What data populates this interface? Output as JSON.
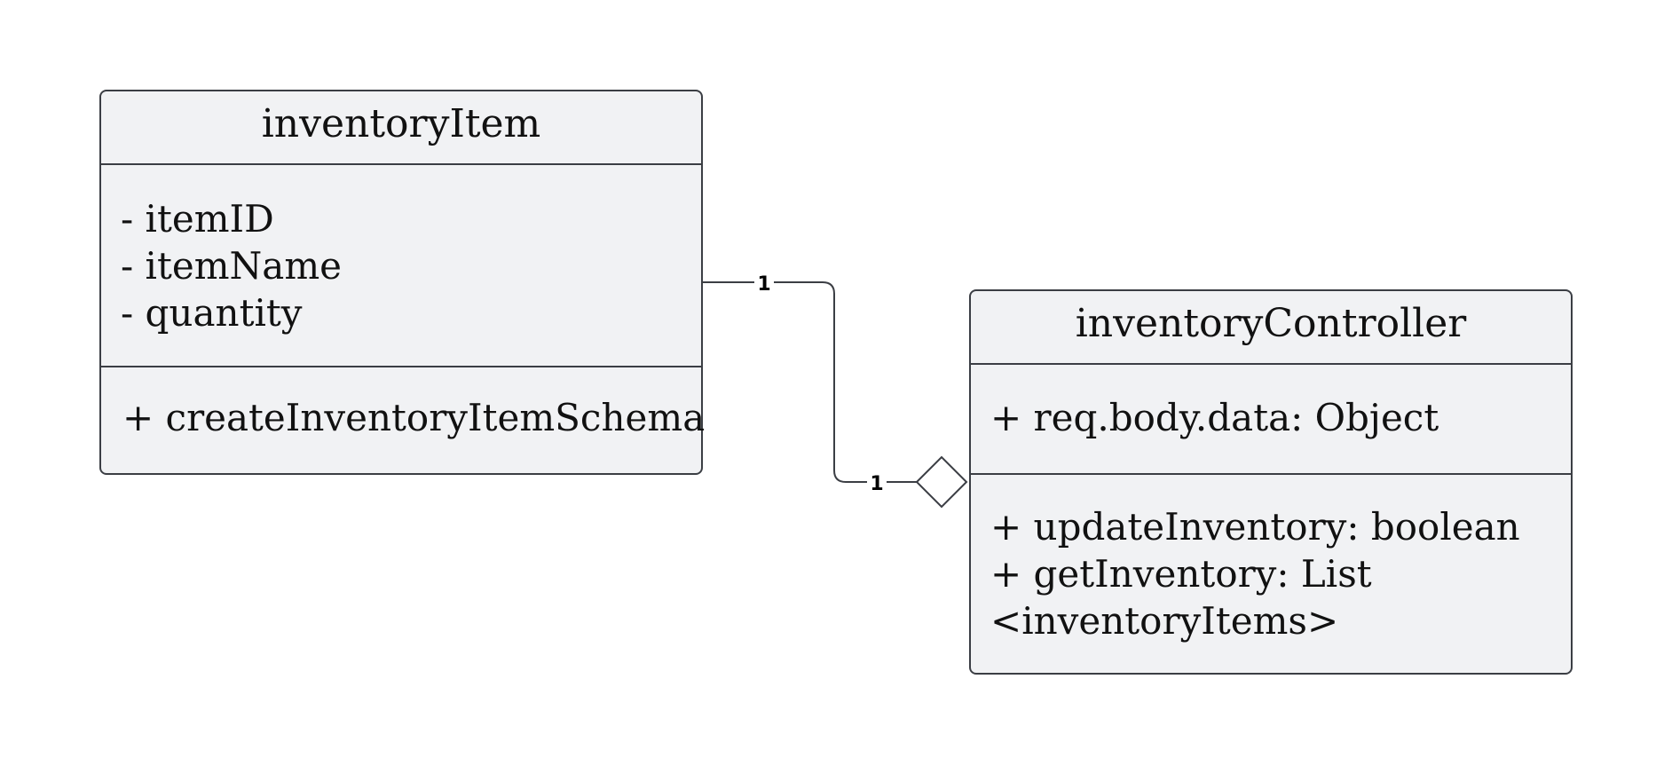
{
  "colors": {
    "box_fill": "#f1f2f4",
    "box_stroke": "#3b3e44",
    "text": "#111111",
    "background": "#ffffff"
  },
  "classes": {
    "inventory_item": {
      "name": "inventoryItem",
      "attributes": [
        "- itemID",
        "- itemName",
        "- quantity"
      ],
      "methods": [
        "+ createInventoryItemSchema"
      ]
    },
    "inventory_controller": {
      "name": "inventoryController",
      "attributes": [
        "+ req.body.data: Object"
      ],
      "methods": [
        "+ updateInventory: boolean",
        "+ getInventory: List",
        "<inventoryItems>"
      ]
    }
  },
  "relationship": {
    "type": "aggregation",
    "source_multiplicity": "1",
    "target_multiplicity": "1"
  }
}
